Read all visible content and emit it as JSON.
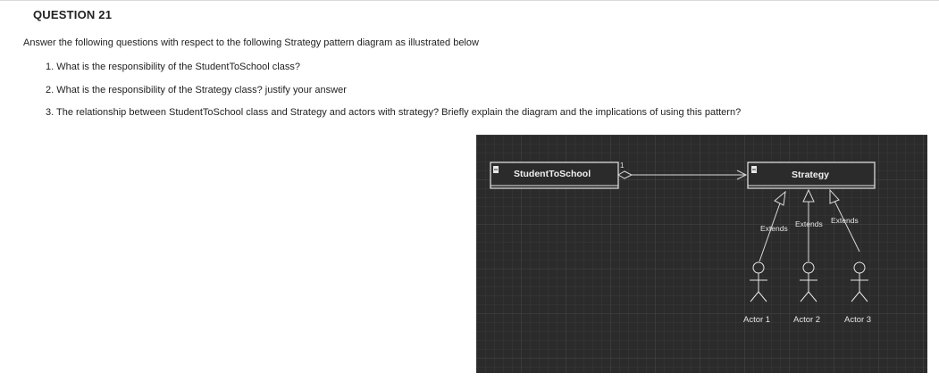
{
  "question": {
    "title": "QUESTION 21",
    "intro": "Answer the following questions with respect to the following Strategy pattern diagram as illustrated below",
    "items": [
      "1. What is the responsibility of the StudentToSchool class?",
      "2. What is the responsibility of the Strategy class? justify your answer",
      "3. The relationship between StudentToSchool class and Strategy and actors with strategy? Briefly explain the diagram and the implications of using this pattern?"
    ]
  },
  "diagram": {
    "background": "#2b2b2b",
    "class_a": "StudentToSchool",
    "class_b": "Strategy",
    "multiplicity": "1",
    "extends_labels": [
      "Extends",
      "Extends",
      "Extends"
    ],
    "actors": [
      "Actor 1",
      "Actor 2",
      "Actor 3"
    ]
  }
}
